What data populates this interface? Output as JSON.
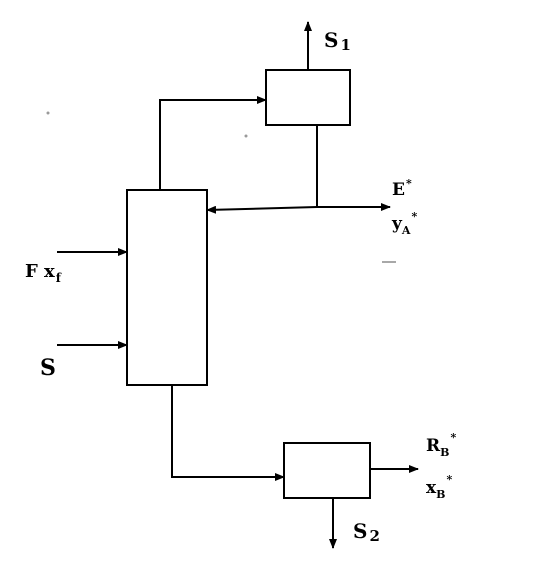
{
  "diagram": {
    "labels": {
      "s1": {
        "main": "S",
        "sub": "1"
      },
      "s2": {
        "main": "S",
        "sub": "2"
      },
      "extract": {
        "main": "E",
        "sup": "*"
      },
      "extract_comp": {
        "main": "y",
        "sub": "A",
        "sup": "*"
      },
      "feed": {
        "main": "F x",
        "sub": "f"
      },
      "solvent": {
        "main": "S"
      },
      "raffinate": {
        "main": "R",
        "sub": "B",
        "sup": "*"
      },
      "raffinate_comp": {
        "main": "x",
        "sub": "B",
        "sup": "*"
      }
    },
    "colors": {
      "line": "#000000",
      "background": "#ffffff"
    }
  }
}
